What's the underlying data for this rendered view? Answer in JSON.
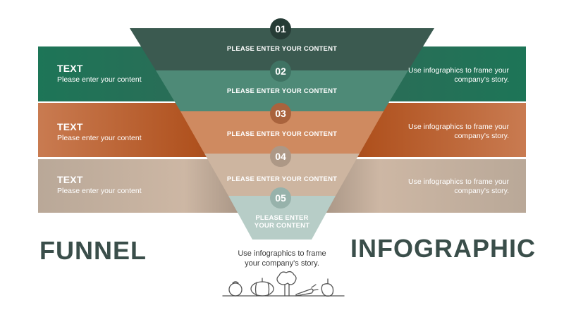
{
  "bands": [
    {
      "title": "TEXT",
      "subtitle": "Please enter your content",
      "right": "Use infographics to frame your company's story."
    },
    {
      "title": "TEXT",
      "subtitle": "Please enter your content",
      "right": "Use infographics to frame your company's story."
    },
    {
      "title": "TEXT",
      "subtitle": "Please enter your content",
      "right": "Use infographics to frame your company's story."
    }
  ],
  "stages": [
    {
      "number": "01",
      "label": "PLEASE ENTER YOUR CONTENT",
      "color": "#3b5a50",
      "badge": "#263c36"
    },
    {
      "number": "02",
      "label": "PLEASE ENTER YOUR CONTENT",
      "color": "#4e8a77",
      "badge": "#3f7363"
    },
    {
      "number": "03",
      "label": "PLEASE ENTER YOUR CONTENT",
      "color": "#cf8a60",
      "badge": "#a9633d"
    },
    {
      "number": "04",
      "label": "PLEASE ENTER YOUR CONTENT",
      "color": "#cdb5a0",
      "badge": "#ad9886"
    },
    {
      "number": "05",
      "label_line1": "PLEASE ENTER",
      "label_line2": "YOUR CONTENT",
      "color": "#b7cdc7",
      "badge": "#97b2ab"
    }
  ],
  "heading_left": "FUNNEL",
  "heading_right": "INFOGRAPHIC",
  "caption_line1": "Use infographics to frame",
  "caption_line2": "your company's story.",
  "decoration_icon": "vegetables-line-icon"
}
